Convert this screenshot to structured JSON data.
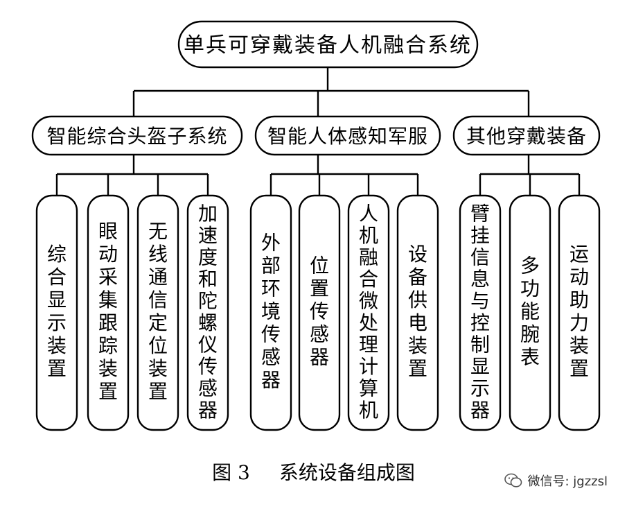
{
  "root": "单兵可穿戴装备人机融合系统",
  "groups": [
    {
      "title": "智能综合头盔子系统",
      "items": [
        "综合显示装置",
        "眼动采集跟踪装置",
        "无线通信定位装置",
        "加速度和陀螺仪传感器"
      ]
    },
    {
      "title": "智能人体感知军服",
      "items": [
        "外部环境传感器",
        "位置传感器",
        "人机融合微处理计算机",
        "设备供电装置"
      ]
    },
    {
      "title": "其他穿戴装备",
      "items": [
        "臂挂信息与控制显示器",
        "多功能腕表",
        "运动助力装置"
      ]
    }
  ],
  "caption": {
    "figure": "图 3",
    "title": "系统设备组成图"
  },
  "watermark": "微信号: jgzzsl"
}
